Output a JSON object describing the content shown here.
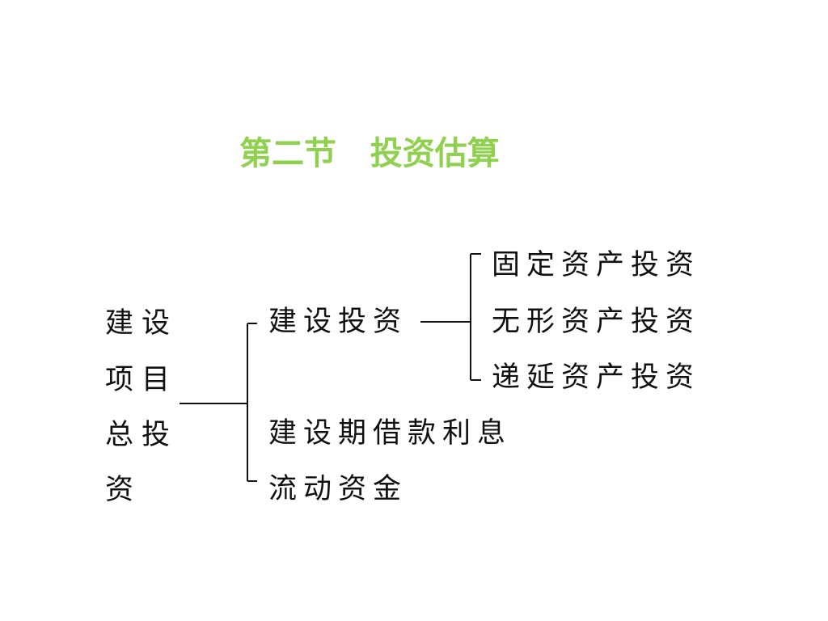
{
  "title": "第二节   投资估算",
  "root": {
    "lines": [
      "建设",
      "项目",
      "总投",
      "资"
    ]
  },
  "level1": [
    {
      "label": "建设投资"
    },
    {
      "label": "建设期借款利息"
    },
    {
      "label": "流动资金"
    }
  ],
  "level2": [
    {
      "label": "固定资产投资"
    },
    {
      "label": "无形资产投资"
    },
    {
      "label": "递延资产投资"
    }
  ],
  "colors": {
    "title": "#8fd14f",
    "text": "#111111",
    "lines": "#111111"
  }
}
